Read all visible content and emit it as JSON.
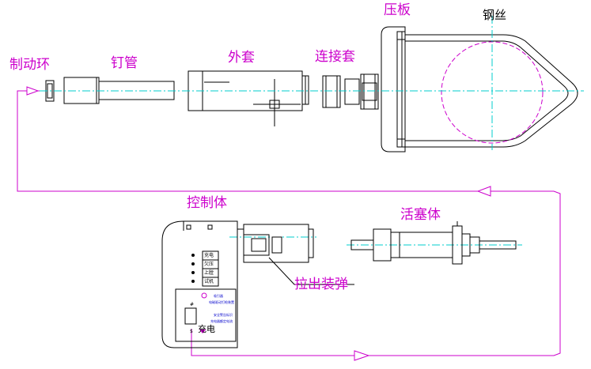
{
  "labels": {
    "brake_ring": "制动环",
    "nail_tube": "钉管",
    "outer_sleeve": "外套",
    "connector_sleeve": "连接套",
    "press_plate": "压板",
    "steel_wire": "钢丝",
    "control_body": "控制体",
    "piston_body": "活塞体",
    "pull_out_load": "拉出装弹"
  },
  "control_panel": {
    "indicators": [
      "充电",
      "欠压",
      "上膛",
      "试机"
    ],
    "charge_label": "充电",
    "plate_text_1": "吸引器",
    "plate_text_2": "电磁驱动钉枪装置",
    "plate_text_3": "安全警告标识",
    "plate_text_4": "充电器额定电流",
    "symbols": [
      "#",
      "$"
    ]
  },
  "colors": {
    "magenta": "#cc00cc",
    "cyan": "#00cccc",
    "line": "#000000"
  }
}
